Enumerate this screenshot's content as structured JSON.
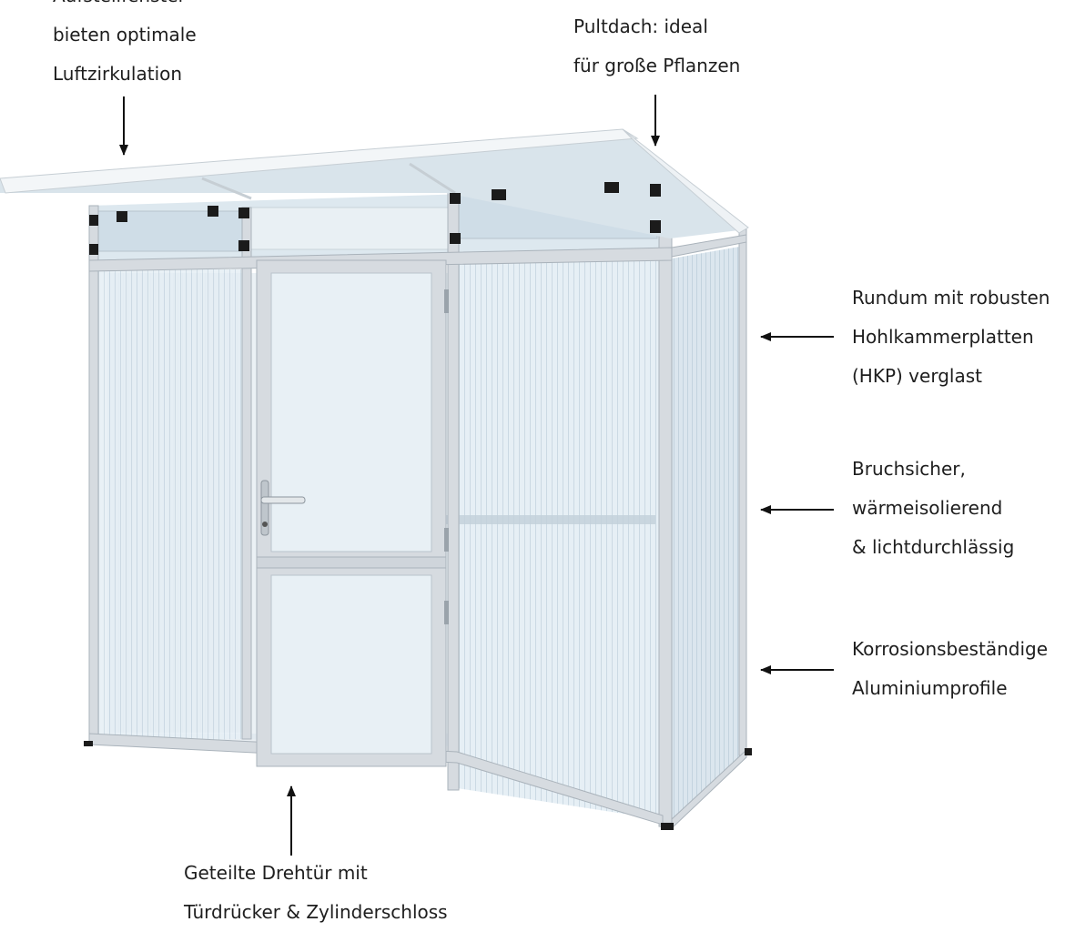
{
  "colors": {
    "frame": "#d6dbe0",
    "frame_shade": "#b7bfc7",
    "panel": "#e3edf4",
    "panel_dark": "#c9d9e4",
    "roof": "#edf2f5",
    "bracket": "#1b1b1b",
    "text": "#1e1e1e"
  },
  "callouts": {
    "vents": {
      "lines": [
        "Aufstellfenster",
        "bieten optimale",
        "Luftzirkulation"
      ],
      "arrow": "arrow-down-icon"
    },
    "roof": {
      "lines": [
        "Pultdach: ideal",
        "für große Pflanzen"
      ],
      "arrow": "arrow-down-icon"
    },
    "panels": {
      "lines": [
        "Rundum mit robusten",
        "Hohlkammerplatten",
        "(HKP) verglast"
      ],
      "arrow": "arrow-left-icon"
    },
    "properties": {
      "lines": [
        "Bruchsicher,",
        "wärmeisolierend",
        "& lichtdurchlässig"
      ],
      "arrow": "arrow-left-icon"
    },
    "profiles": {
      "lines": [
        "Korrosionsbeständige",
        "Aluminiumprofile"
      ],
      "arrow": "arrow-left-icon"
    },
    "door": {
      "lines": [
        "Geteilte Drehtür mit",
        "Türdrücker & Zylinderschloss"
      ],
      "arrow": "arrow-up-icon"
    }
  }
}
